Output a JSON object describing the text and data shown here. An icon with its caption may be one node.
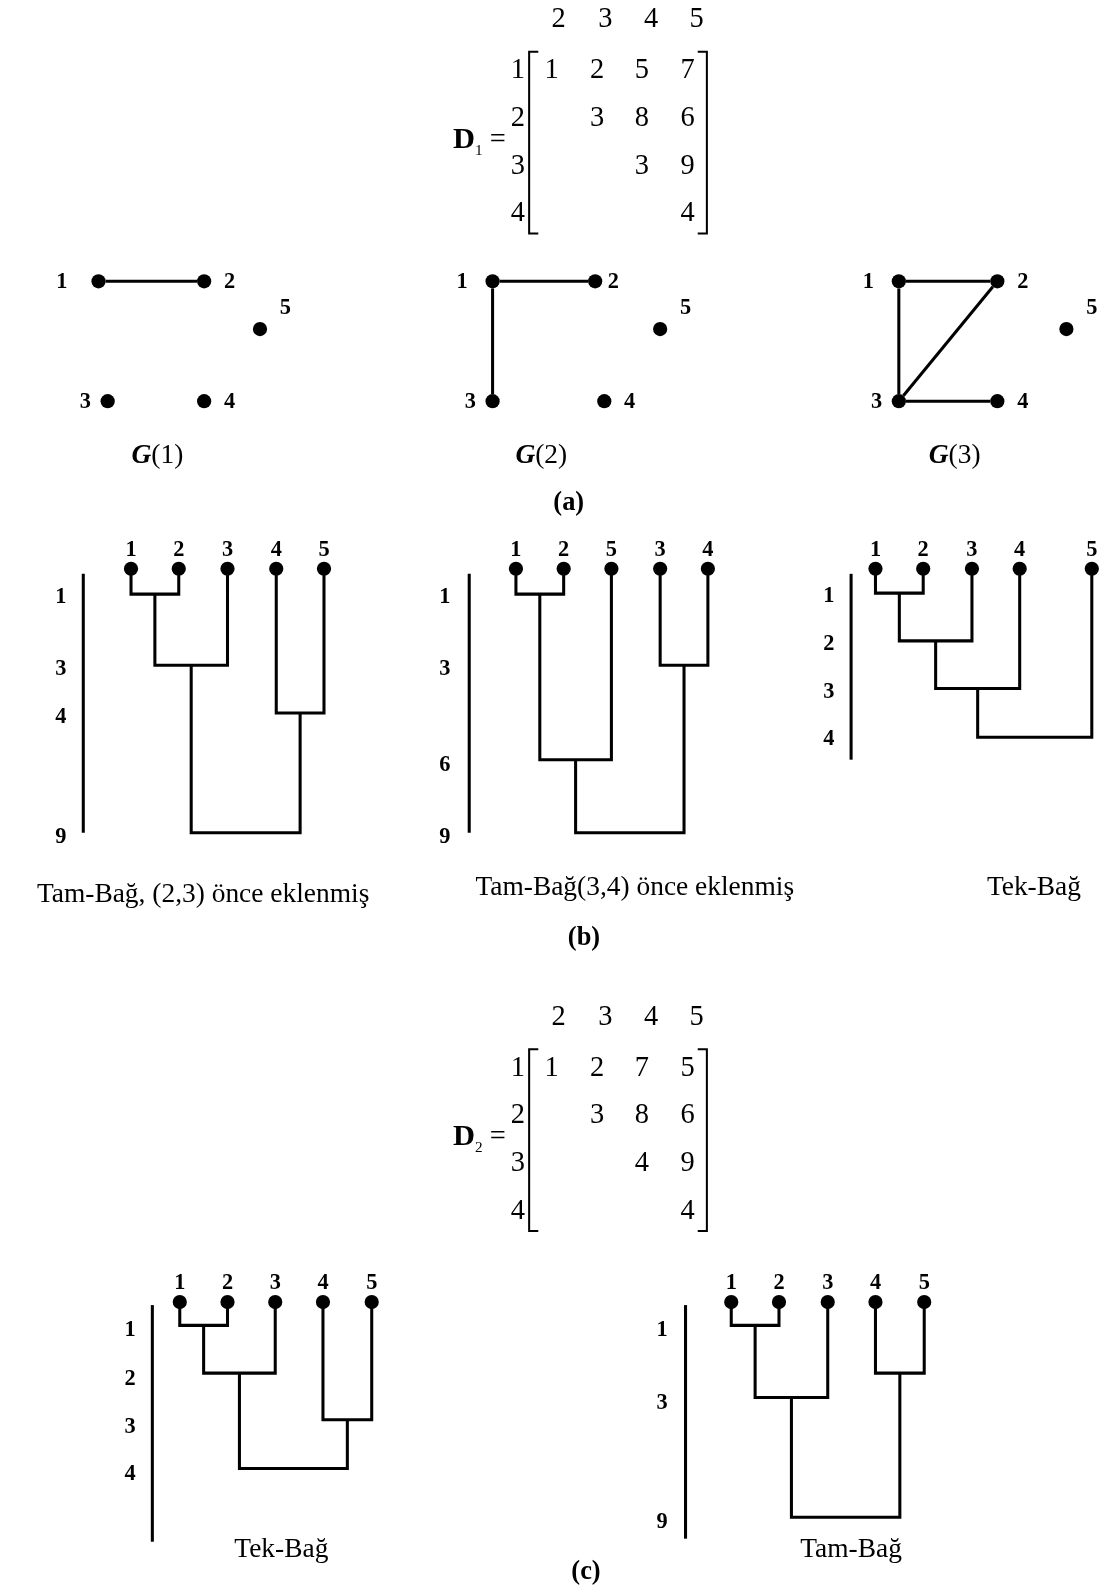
{
  "diagram": {
    "nodes": [
      {
        "text": [
          "1"
        ]
      },
      {
        "text": [
          "2"
        ]
      },
      {
        "text": [
          "5"
        ]
      },
      {
        "text": [
          "3"
        ]
      },
      {
        "text": [
          "4"
        ]
      },
      {
        "text": [
          "1"
        ]
      },
      {
        "text": [
          "2"
        ]
      },
      {
        "text": [
          "5"
        ]
      },
      {
        "text": [
          "3"
        ]
      },
      {
        "text": [
          "4"
        ]
      },
      {
        "text": [
          "1"
        ]
      },
      {
        "text": [
          "2"
        ]
      },
      {
        "text": [
          "5"
        ]
      },
      {
        "text": [
          "3"
        ]
      },
      {
        "text": [
          "4"
        ]
      }
    ],
    "edges": [
      {
        "from": 0,
        "to": 1,
        "arrow": "none"
      },
      {
        "from": 5,
        "to": 6,
        "arrow": "none"
      },
      {
        "from": 5,
        "to": 8,
        "arrow": "none"
      },
      {
        "from": 10,
        "to": 11,
        "arrow": "none"
      },
      {
        "from": 10,
        "to": 13,
        "arrow": "none"
      },
      {
        "from": 11,
        "to": 13,
        "arrow": "none"
      },
      {
        "from": 13,
        "to": 14,
        "arrow": "none"
      }
    ],
    "labels": [
      "**D**$_{1}$ =",
      "2",
      "3",
      "4",
      "5",
      "1",
      "1",
      "2",
      "5",
      "7",
      "2",
      "3",
      "8",
      "6",
      "3",
      "3",
      "9",
      "4",
      "4",
      "*G*(1)",
      "*G*(2)",
      "*G*(3)",
      "(a)",
      "1",
      "2",
      "3",
      "4",
      "5",
      "1",
      "3",
      "4",
      "9",
      "Tam-Bağ, (2,3) önce eklenmiş",
      "1",
      "2",
      "5",
      "3",
      "4",
      "1",
      "3",
      "6",
      "9",
      "Tam-Bağ(3,4) önce eklenmiş",
      "1",
      "2",
      "3",
      "4",
      "5",
      "1",
      "2",
      "3",
      "4",
      "Tek-Bağ",
      "(b)",
      "**D**$_{2}$ =",
      "2",
      "3",
      "4",
      "5",
      "1",
      "1",
      "2",
      "7",
      "5",
      "2",
      "3",
      "8",
      "6",
      "3",
      "4",
      "9",
      "4",
      "4",
      "1",
      "2",
      "3",
      "4",
      "5",
      "1",
      "2",
      "3",
      "4",
      "Tek-Bağ",
      "1",
      "2",
      "3",
      "4",
      "5",
      "1",
      "3",
      "9",
      "Tam-Bağ",
      "(c)"
    ]
  }
}
